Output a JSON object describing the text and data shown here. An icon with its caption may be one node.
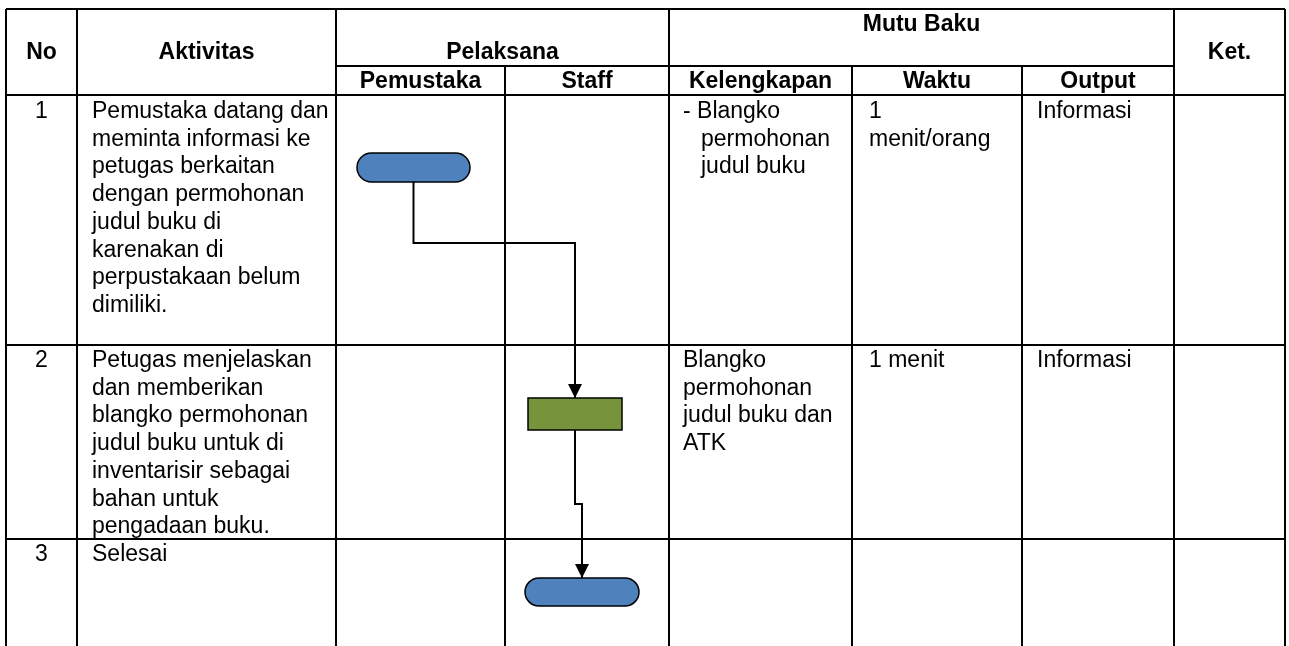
{
  "diagram": {
    "nodes": [
      {
        "text": [],
        "shape": "pill"
      },
      {
        "text": [],
        "shape": "box"
      },
      {
        "text": [],
        "shape": "pill"
      }
    ],
    "edges": [
      {
        "from": 0,
        "to": 1,
        "arrow": "to"
      },
      {
        "from": 1,
        "to": 2,
        "arrow": "to"
      }
    ],
    "labels": [
      "No",
      "Aktivitas",
      "Pelaksana",
      "Mutu Baku",
      "Ket.",
      "Pemustaka",
      "Staff",
      "Kelengkapan",
      "Waktu",
      "Output",
      "1",
      "Pemustaka datang dan meminta informasi ke petugas berkaitan dengan permohonan judul buku di karenakan di perpustakaan belum dimiliki.",
      "- Blangko permohonan judul buku",
      "1 menit/orang",
      "Informasi",
      "2",
      "Petugas menjelaskan dan memberikan blangko permohonan judul buku untuk di inventarisir sebagai bahan untuk pengadaan buku.",
      "Blangko permohonan judul buku dan ATK",
      "1 menit",
      "Informasi",
      "3",
      "Selesai"
    ]
  }
}
